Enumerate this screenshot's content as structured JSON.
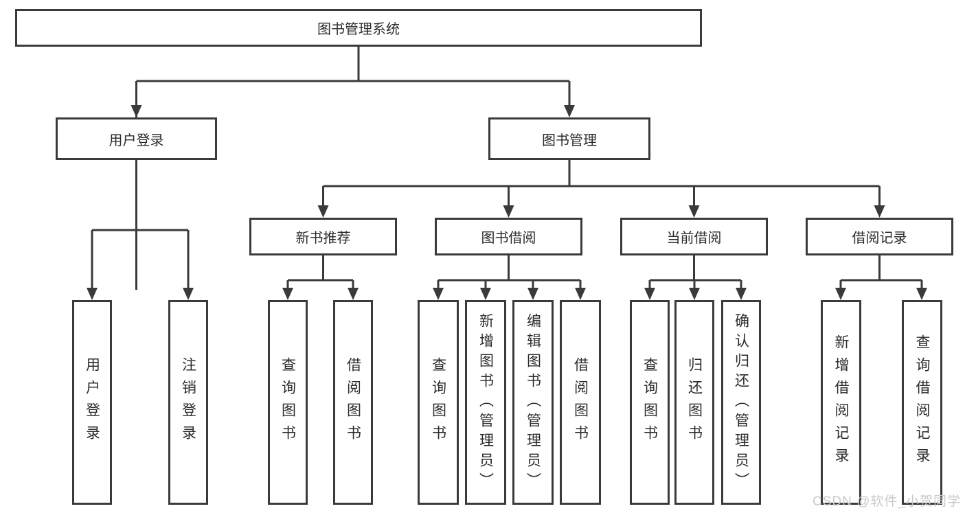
{
  "tree": {
    "label": "图书管理系统",
    "children": [
      {
        "label": "用户登录",
        "children": [
          {
            "label": "用户登录"
          },
          {
            "label": "注销登录"
          }
        ]
      },
      {
        "label": "图书管理",
        "children": [
          {
            "label": "新书推荐",
            "children": [
              {
                "label": "查询图书"
              },
              {
                "label": "借阅图书"
              }
            ]
          },
          {
            "label": "图书借阅",
            "children": [
              {
                "label": "查询图书"
              },
              {
                "label": "新增图书（管理员）"
              },
              {
                "label": "编辑图书（管理员）"
              },
              {
                "label": "借阅图书"
              }
            ]
          },
          {
            "label": "当前借阅",
            "children": [
              {
                "label": "查询图书"
              },
              {
                "label": "归还图书"
              },
              {
                "label": "确认归还（管理员）"
              }
            ]
          },
          {
            "label": "借阅记录",
            "children": [
              {
                "label": "新增借阅记录"
              },
              {
                "label": "查询借阅记录"
              }
            ]
          }
        ]
      }
    ]
  },
  "watermark": "CSDN @软件_小贺同学",
  "colors": {
    "line": "#3a3a3a",
    "text": "#2b2b2b",
    "background": "#ffffff",
    "watermark": "#c9c9c9"
  }
}
